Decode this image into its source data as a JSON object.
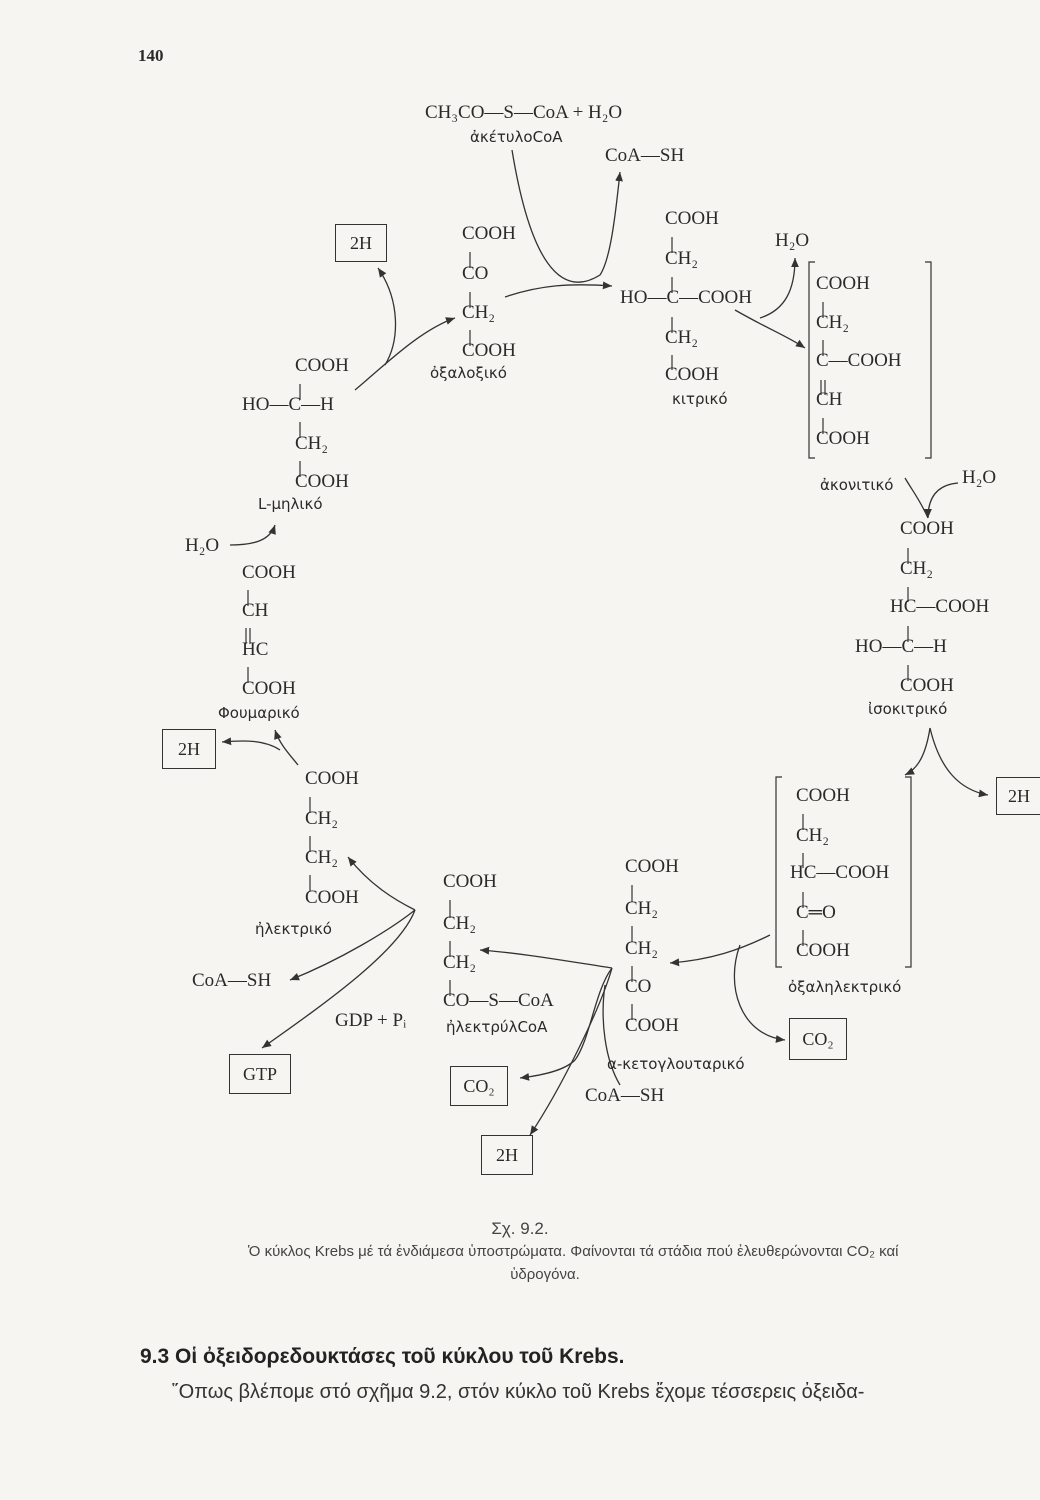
{
  "page_number": "140",
  "acetyl_coa": {
    "formula": "CH₃CO—S—CoA + H₂O",
    "name": "ἀκέτυλοCoA",
    "released": "CoA—SH"
  },
  "oxaloacetate": {
    "lines": [
      "COOH",
      "CO",
      "CH₂",
      "COOH"
    ],
    "name": "ὀξαλοξικό"
  },
  "citrate": {
    "lines": [
      "COOH",
      "CH₂",
      "HO—C—COOH",
      "CH₂",
      "COOH"
    ],
    "name": "κιτρικό",
    "released": "H₂O"
  },
  "aconitate": {
    "lines": [
      "COOH",
      "CH₂",
      "C—COOH",
      "CH",
      "COOH"
    ],
    "name": "ἀκονιτικό",
    "added": "H₂O"
  },
  "isocitrate": {
    "lines": [
      "COOH",
      "CH₂",
      "HC—COOH",
      "HO—C—H",
      "COOH"
    ],
    "name": "ἰσοκιτρικό"
  },
  "oxalosuccinate": {
    "lines": [
      "COOH",
      "CH₂",
      "HC—COOH",
      "C═O",
      "COOH"
    ],
    "name": "ὀξαληλεκτρικό"
  },
  "alpha_ketoglutarate": {
    "lines": [
      "COOH",
      "CH₂",
      "CH₂",
      "CO",
      "COOH"
    ],
    "name": "α-κετογλουταρικό",
    "added": "CoA—SH"
  },
  "succinyl_coa": {
    "lines": [
      "COOH",
      "CH₂",
      "CH₂",
      "CO—S—CoA"
    ],
    "name": "ἠλεκτρύλCoA"
  },
  "succinate": {
    "lines": [
      "COOH",
      "CH₂",
      "CH₂",
      "COOH"
    ],
    "name": "ἠλεκτρικό",
    "released": "CoA—SH",
    "added": "GDP + Pᵢ"
  },
  "fumarate": {
    "lines": [
      "COOH",
      "CH",
      "HC",
      "COOH"
    ],
    "name": "Φουμαρικό",
    "added": "H₂O"
  },
  "malate": {
    "lines": [
      "COOH",
      "HO—C—H",
      "CH₂",
      "COOH"
    ],
    "name": "L-μηλικό"
  },
  "boxes": {
    "h2_malate": "2H",
    "h2_isocitrate": "2H",
    "co2_oxalosuccinate": "CO₂",
    "co2_ketoglutarate": "CO₂",
    "h2_ketoglutarate": "2H",
    "gtp": "GTP",
    "h2_succinate": "2H"
  },
  "caption": {
    "figure": "Σχ. 9.2.",
    "line1": "Ὁ κύκλος Krebs μέ τά ἐνδιάμεσα ὑποστρώματα. Φαίνονται τά στάδια πού ἐλευθερώνονται CO₂ καί",
    "line2": "ὑδρογόνα."
  },
  "section": {
    "heading": "9.3 Οἱ ὀξειδορεδουκτάσες τοῦ κύκλου τοῦ Krebs.",
    "paragraph": "῞Οπως βλέπομε στό σχῆμα 9.2, στόν κύκλο τοῦ Krebs ἔχομε τέσσερεις ὀξειδα-"
  }
}
